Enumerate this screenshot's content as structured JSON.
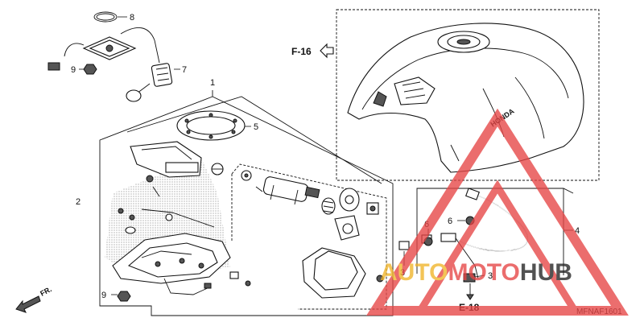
{
  "diagram": {
    "callouts": {
      "c1": "1",
      "c2": "2",
      "c3a": "3",
      "c3b": "3",
      "c4": "4",
      "c5": "5",
      "c6a": "6",
      "c6b": "6",
      "c7": "7",
      "c8": "8",
      "c9a": "9",
      "c9b": "9"
    },
    "references": {
      "f16": "F-16",
      "e18": "E-18"
    },
    "direction": "FR.",
    "tank_brand": "HONDA",
    "diagram_code": "MFNAF1601"
  },
  "watermark": {
    "part1": "AUTO",
    "part2": "MOTO",
    "part3": "HUB",
    "colors": {
      "auto": "#f0b429",
      "moto": "#e64545",
      "hub": "#222222",
      "triangle": "#e64545"
    }
  }
}
